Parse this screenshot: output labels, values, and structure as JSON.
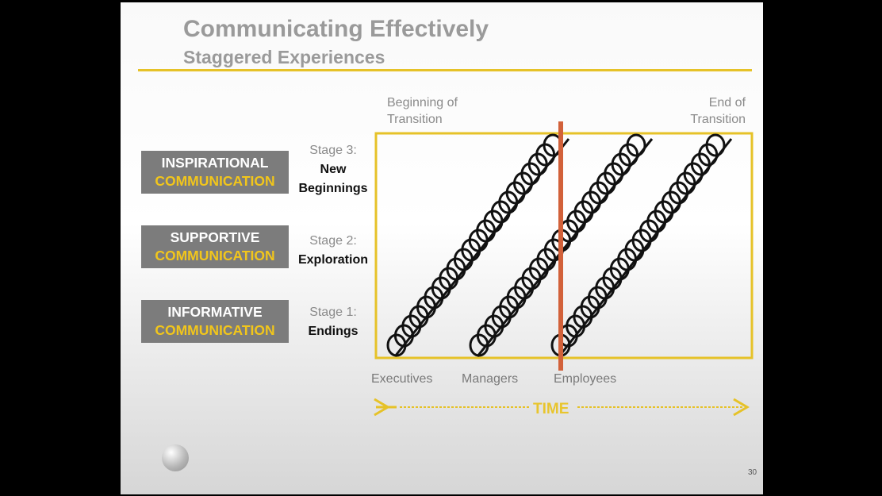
{
  "title": "Communicating Effectively",
  "subtitle": "Staggered Experiences",
  "communication_types": [
    {
      "line1": "INSPIRATIONAL",
      "line2": "COMMUNICATION"
    },
    {
      "line1": "SUPPORTIVE",
      "line2": "COMMUNICATION"
    },
    {
      "line1": "INFORMATIVE",
      "line2": "COMMUNICATION"
    }
  ],
  "stages": [
    {
      "number": "Stage 3:",
      "line1": "New",
      "line2": "Beginnings"
    },
    {
      "number": "Stage 2:",
      "line1": "Exploration"
    },
    {
      "number": "Stage 1:",
      "line1": "Endings"
    }
  ],
  "timeline": {
    "start_line1": "Beginning of",
    "start_line2": "Transition",
    "end_line1": "End of",
    "end_line2": "Transition"
  },
  "groups": [
    "Executives",
    "Managers",
    "Employees"
  ],
  "time_label": "TIME",
  "page_number": "30",
  "colors": {
    "accent": "#e6c228",
    "box": "#7c7c7c",
    "marker": "#d2613a"
  }
}
